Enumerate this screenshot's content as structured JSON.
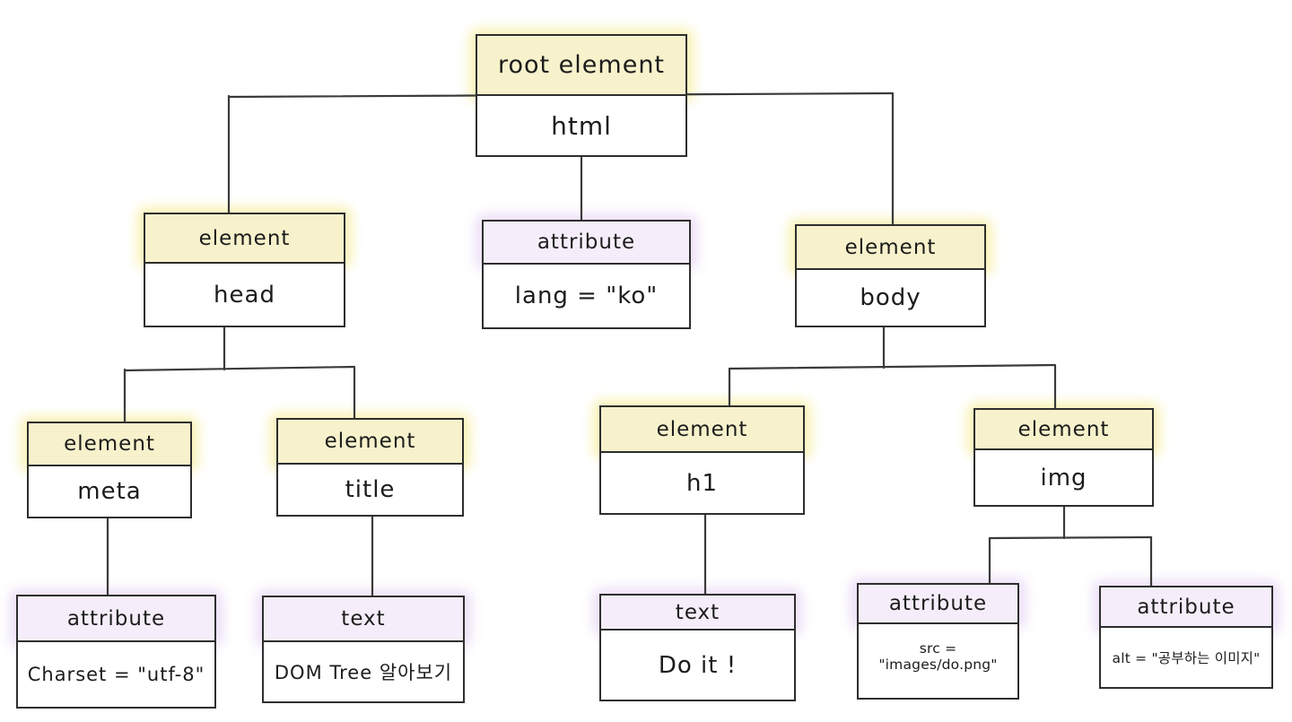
{
  "diagram": {
    "type": "tree",
    "description": "Hand-drawn DOM tree diagram of an HTML document"
  },
  "colors": {
    "element_header": "#f7f2cc",
    "attribute_header": "#f5eefa",
    "halo_element": "#f8f1ae",
    "halo_attribute": "#eadcf6",
    "line": "#3a3a3a",
    "border": "#2e2e2e",
    "background": "#ffffff",
    "text": "#1c1c1c"
  },
  "nodes": {
    "root": {
      "label": "root element",
      "value": "html",
      "kind": "element",
      "parent": null
    },
    "head": {
      "label": "element",
      "value": "head",
      "kind": "element",
      "parent": "html"
    },
    "lang": {
      "label": "attribute",
      "value": "lang = \"ko\"",
      "kind": "attribute",
      "parent": "html"
    },
    "body": {
      "label": "element",
      "value": "body",
      "kind": "element",
      "parent": "html"
    },
    "meta": {
      "label": "element",
      "value": "meta",
      "kind": "element",
      "parent": "head"
    },
    "title": {
      "label": "element",
      "value": "title",
      "kind": "element",
      "parent": "head"
    },
    "h1": {
      "label": "element",
      "value": "h1",
      "kind": "element",
      "parent": "body"
    },
    "img": {
      "label": "element",
      "value": "img",
      "kind": "element",
      "parent": "body"
    },
    "charset": {
      "label": "attribute",
      "value": "Charset = \"utf-8\"",
      "kind": "attribute",
      "parent": "meta"
    },
    "title_text": {
      "label": "text",
      "value": "DOM Tree 알아보기",
      "kind": "attribute",
      "parent": "title"
    },
    "h1_text": {
      "label": "text",
      "value": "Do it !",
      "kind": "attribute",
      "parent": "h1"
    },
    "src": {
      "label": "attribute",
      "value": "src = \"images/do.png\"",
      "kind": "attribute",
      "parent": "img"
    },
    "alt": {
      "label": "attribute",
      "value": "alt = \"공부하는 이미지\"",
      "kind": "attribute",
      "parent": "img"
    }
  }
}
